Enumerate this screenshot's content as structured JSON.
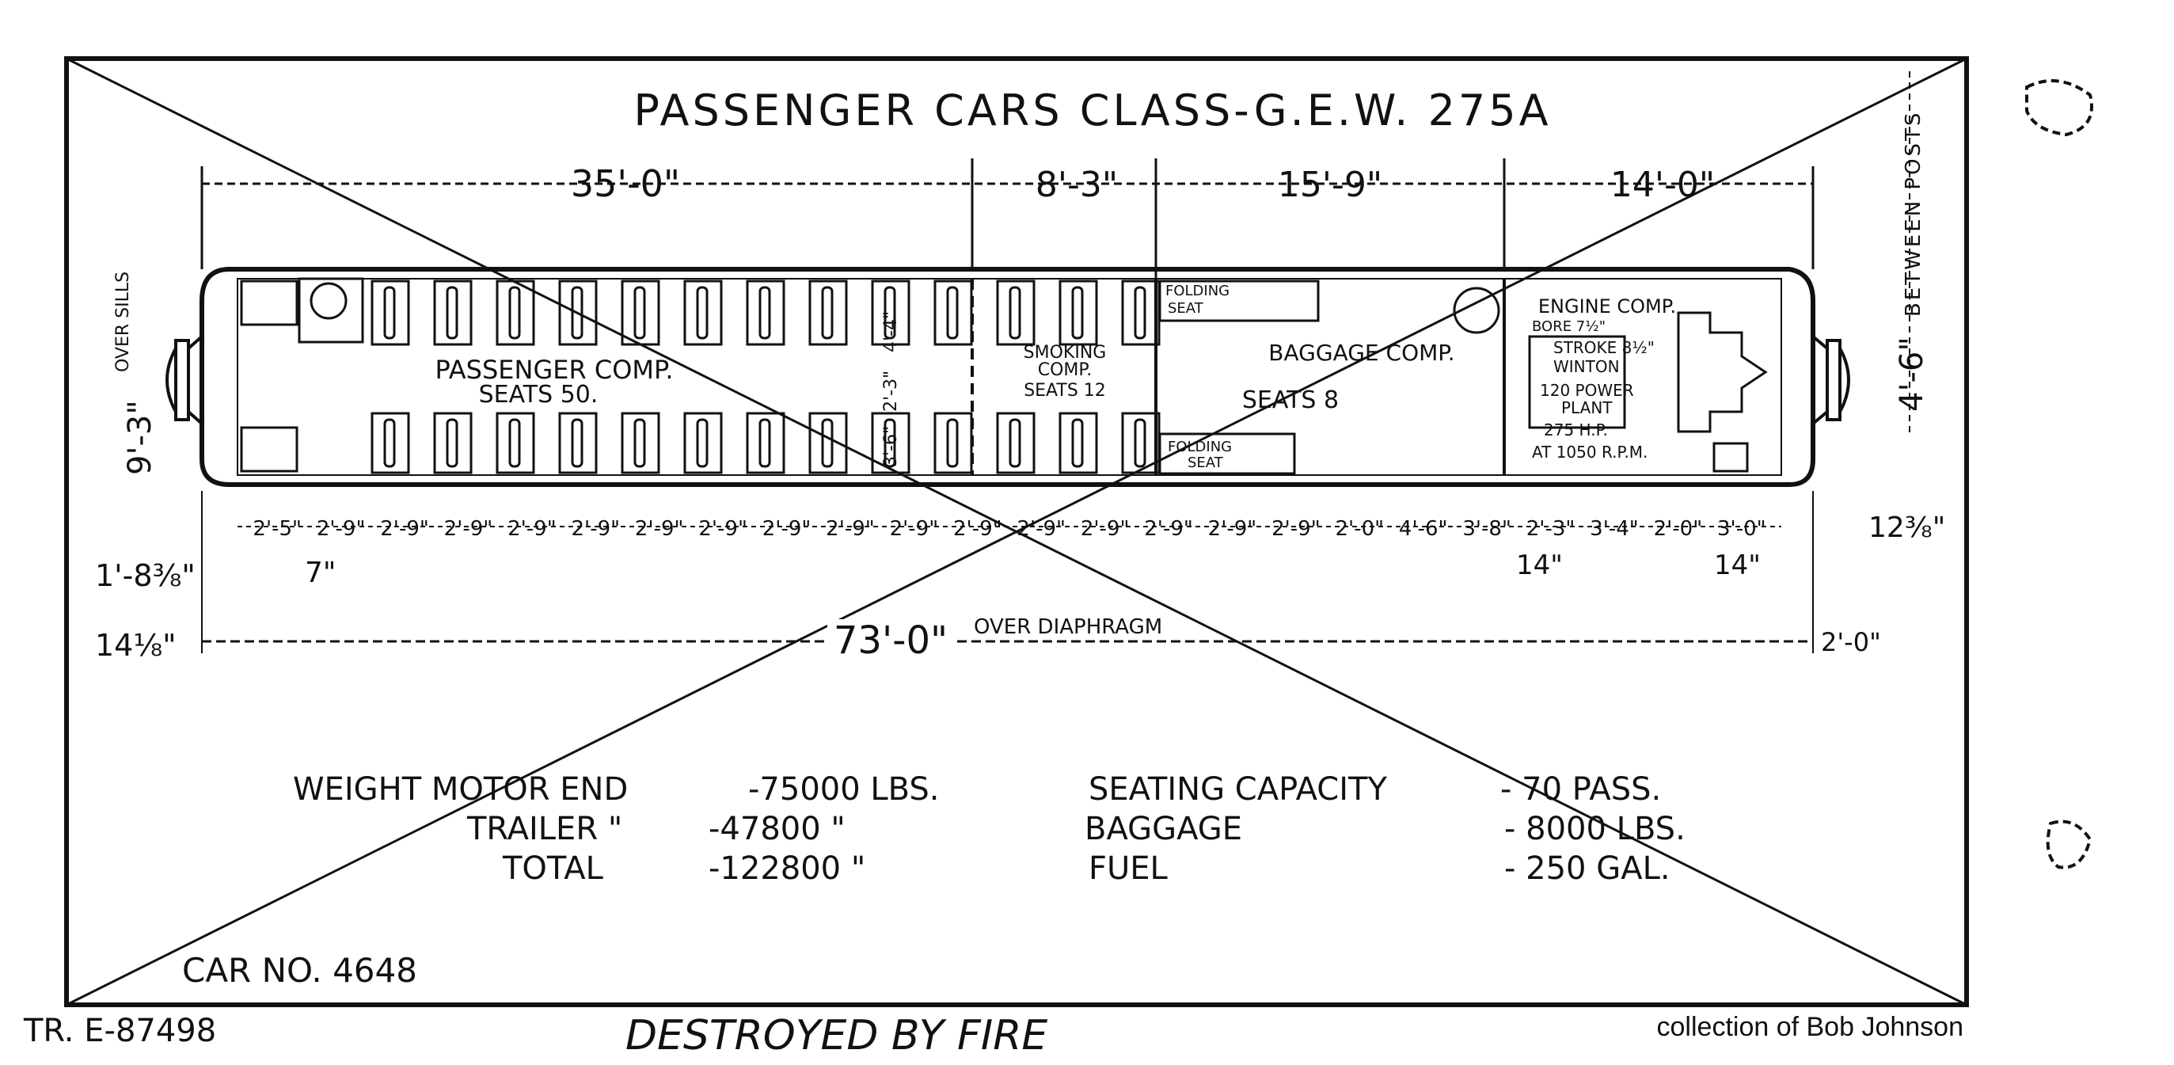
{
  "title": "PASSENGER CARS CLASS-G.E.W. 275A",
  "top_dims": [
    "35'-0\"",
    "8'-3\"",
    "15'-9\"",
    "14'-0\""
  ],
  "between_posts": "BETWEEN POSTS",
  "width_dim": "4'-6\"",
  "left_sill_label": "OVER SILLS",
  "left_height_dim": "9'-3\"",
  "compartments": {
    "passenger": "PASSENGER COMP.",
    "passenger_seats": "SEATS 50.",
    "smoking": "SMOKING",
    "smoking_2": "COMP.",
    "smoking_seats": "SEATS 12",
    "folding_seat_top": "FOLDING",
    "folding_seat_top_2": "SEAT",
    "folding_seat_bottom": "FOLDING",
    "folding_seat_bottom_2": "SEAT",
    "baggage": "BAGGAGE COMP.",
    "baggage_seats": "SEATS 8",
    "engine": "ENGINE COMP.",
    "bore": "BORE 7½\"",
    "stroke": "STROKE 8½\"",
    "winton": "WINTON",
    "power": "120 POWER",
    "plant": "PLANT",
    "hp": "275 H.P.",
    "rpm": "AT 1050 R.P.M.",
    "aisle_top": "4'-4\"",
    "aisle_mid": "2'-3\"",
    "aisle_bot": "3'-6\""
  },
  "seat_spacing": [
    "2'-5\"",
    "2'-9\"",
    "2'-9\"",
    "2'-9\"",
    "2'-9\"",
    "2'-9\"",
    "2'-9\"",
    "2'-9\"",
    "2'-9\"",
    "2'-9\"",
    "2'-9\"",
    "2'-9\"",
    "2'-9\"",
    "2'-9\"",
    "2'-9\"",
    "2'-9\"",
    "2'-9\"",
    "2'-0\"",
    "4'-6\"",
    "3'-8\"",
    "2'-3\"",
    "3'-4\"",
    "2'-0\"",
    "3'-0\""
  ],
  "right_small_dim": "12⅜\"",
  "left_dim_a": "1'-8⅜\"",
  "left_dim_b": "7\"",
  "left_dim_c": "14⅛\"",
  "sub_dim_a": "14\"",
  "sub_dim_b": "14\"",
  "overall_length": "73'-0\"",
  "overall_note": "OVER DIAPHRAGM",
  "right_end_dim": "2'-0\"",
  "specs_left": [
    [
      "WEIGHT MOTOR END",
      "-75000 LBS."
    ],
    [
      "TRAILER \"",
      "-47800 \""
    ],
    [
      "TOTAL",
      "-122800 \""
    ]
  ],
  "specs_right": [
    [
      "SEATING CAPACITY",
      "- 70 PASS."
    ],
    [
      "BAGGAGE",
      "- 8000 LBS."
    ],
    [
      "FUEL",
      "- 250 GAL."
    ]
  ],
  "car_no": "CAR NO. 4648",
  "drawing_no": "TR. E-87498",
  "status": "DESTROYED BY FIRE",
  "credit": "collection of Bob Johnson"
}
